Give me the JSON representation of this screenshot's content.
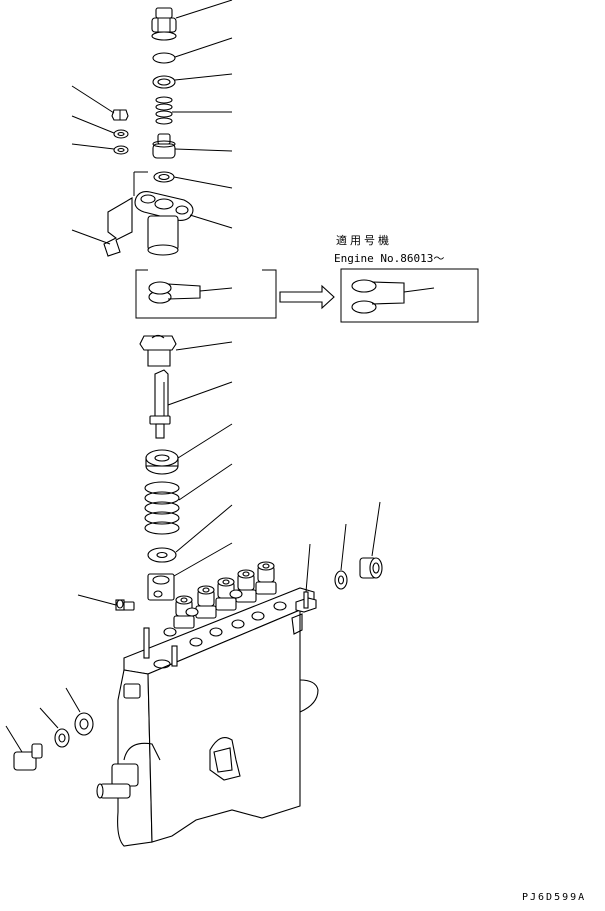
{
  "applicable_note": {
    "title": "適用号機",
    "engine_serial": "Engine No.86013〜"
  },
  "drawing_code": "PJ6D599A"
}
